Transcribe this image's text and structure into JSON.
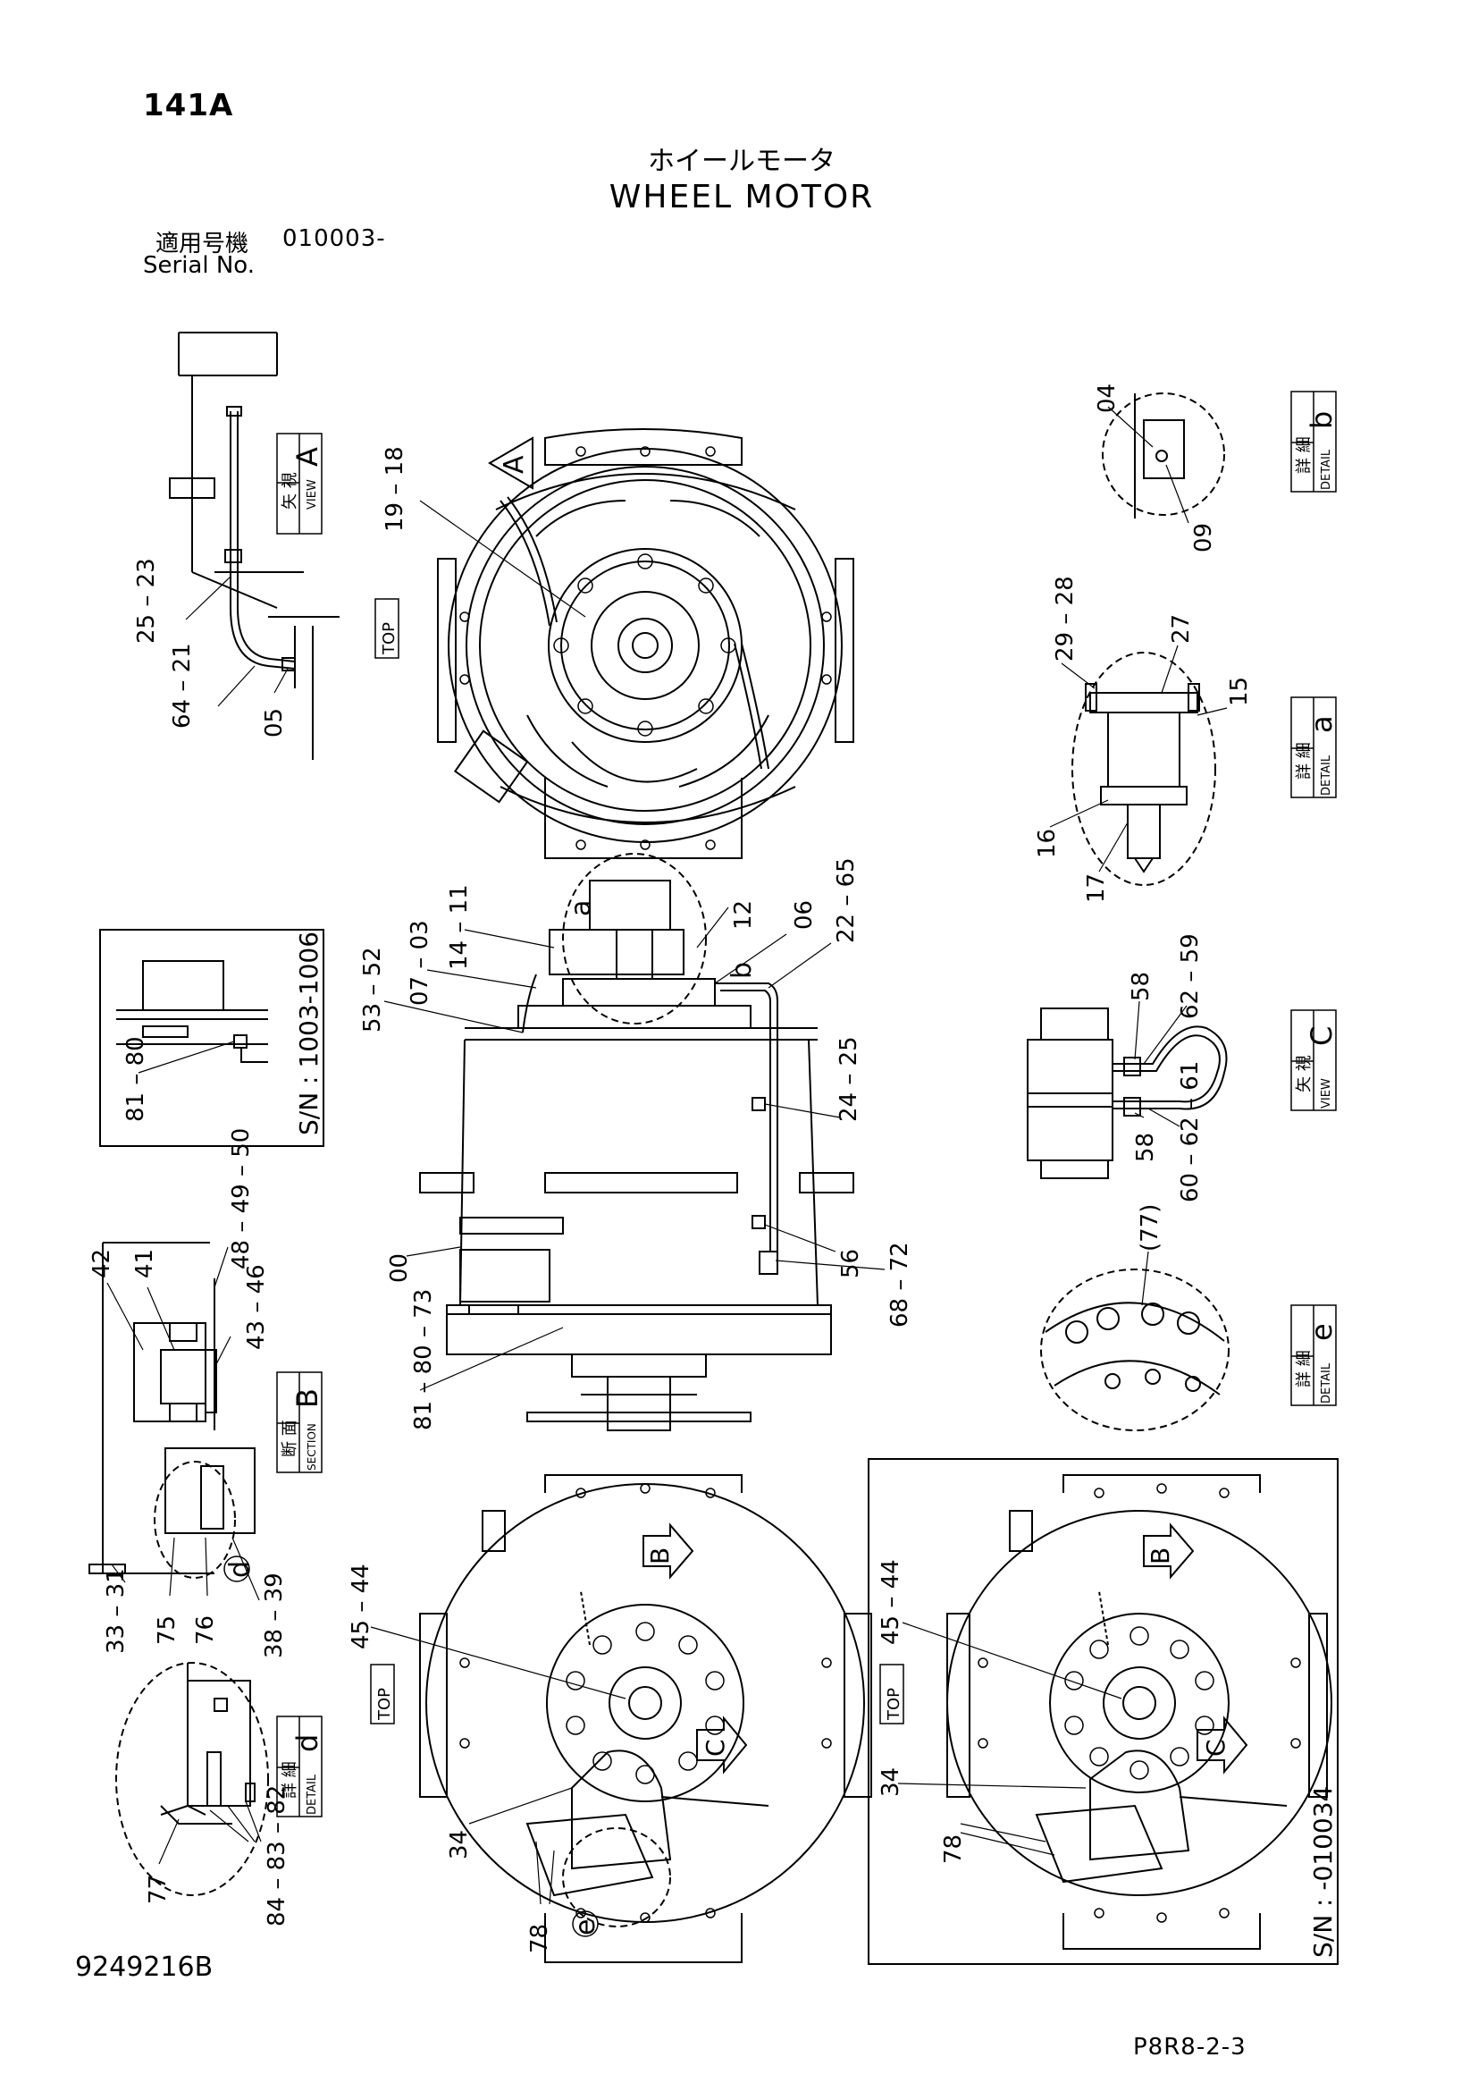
{
  "header": {
    "page_number": "141A",
    "title_ja": "ホイールモータ",
    "title_en": "WHEEL MOTOR",
    "serial_label_ja": "適用号機",
    "serial_value": "010003-",
    "serial_label_en": "Serial No."
  },
  "footer": {
    "drawing_number": "9249216B",
    "sheet_code": "P8R8-2-3"
  },
  "views": {
    "view_a": {
      "ja": "矢 視",
      "en": "VIEW",
      "letter": "A"
    },
    "view_c": {
      "ja": "矢 視",
      "en": "VIEW",
      "letter": "C"
    },
    "section_b": {
      "ja": "断 面",
      "en": "SECTION",
      "letter": "B"
    },
    "detail_a": {
      "ja": "詳 細",
      "en": "DETAIL",
      "letter": "a"
    },
    "detail_b": {
      "ja": "詳 細",
      "en": "DETAIL",
      "letter": "b"
    },
    "detail_d": {
      "ja": "詳 細",
      "en": "DETAIL",
      "letter": "d"
    },
    "detail_e": {
      "ja": "詳 細",
      "en": "DETAIL",
      "letter": "e"
    }
  },
  "top_label": "TOP",
  "serial_notes": {
    "inset_1003_1006": "S/N : 1003-1006",
    "inset_010034": "S/N : -010034"
  },
  "arrows": {
    "a": "A",
    "b": "B",
    "c": "C"
  },
  "detail_markers": {
    "a": "a",
    "b": "b",
    "d": "d",
    "e": "e"
  },
  "callouts": {
    "c19_18": "19 – 18",
    "c25_23": "25 – 23",
    "c64_21": "64 – 21",
    "c05": "05",
    "c04": "04",
    "c09": "09",
    "c29_28": "29 – 28",
    "c27": "27",
    "c15": "15",
    "c16": "16",
    "c17": "17",
    "c14_11": "14 – 11",
    "c12": "12",
    "c06": "06",
    "c22_65": "22 – 65",
    "c07_03": "07 – 03",
    "c53_52": "53 – 52",
    "c24_25": "24 – 25",
    "c56": "56",
    "c68_72": "68 – 72",
    "c00": "00",
    "c81_80_73": "81 – 80 – 73",
    "c81_80": "81 – 80",
    "c58_top": "58",
    "c62_59": "62 – 59",
    "c58_60": "58",
    "c60_62_61": "60 – 62 – 61",
    "c77p": "(77)",
    "c48_49_50": "48 – 49 – 50",
    "c42": "42",
    "c41": "41",
    "c43_46": "43 – 46",
    "c33_31": "33 – 31",
    "c75": "75",
    "c76": "76",
    "c38_39": "38 – 39",
    "c45_44_a": "45 – 44",
    "c34_a": "34",
    "c78_a": "78",
    "c45_44_b": "45 – 44",
    "c34_b": "34",
    "c78_b": "78",
    "c77": "77",
    "c84_83_82": "84 – 83 – 82"
  }
}
